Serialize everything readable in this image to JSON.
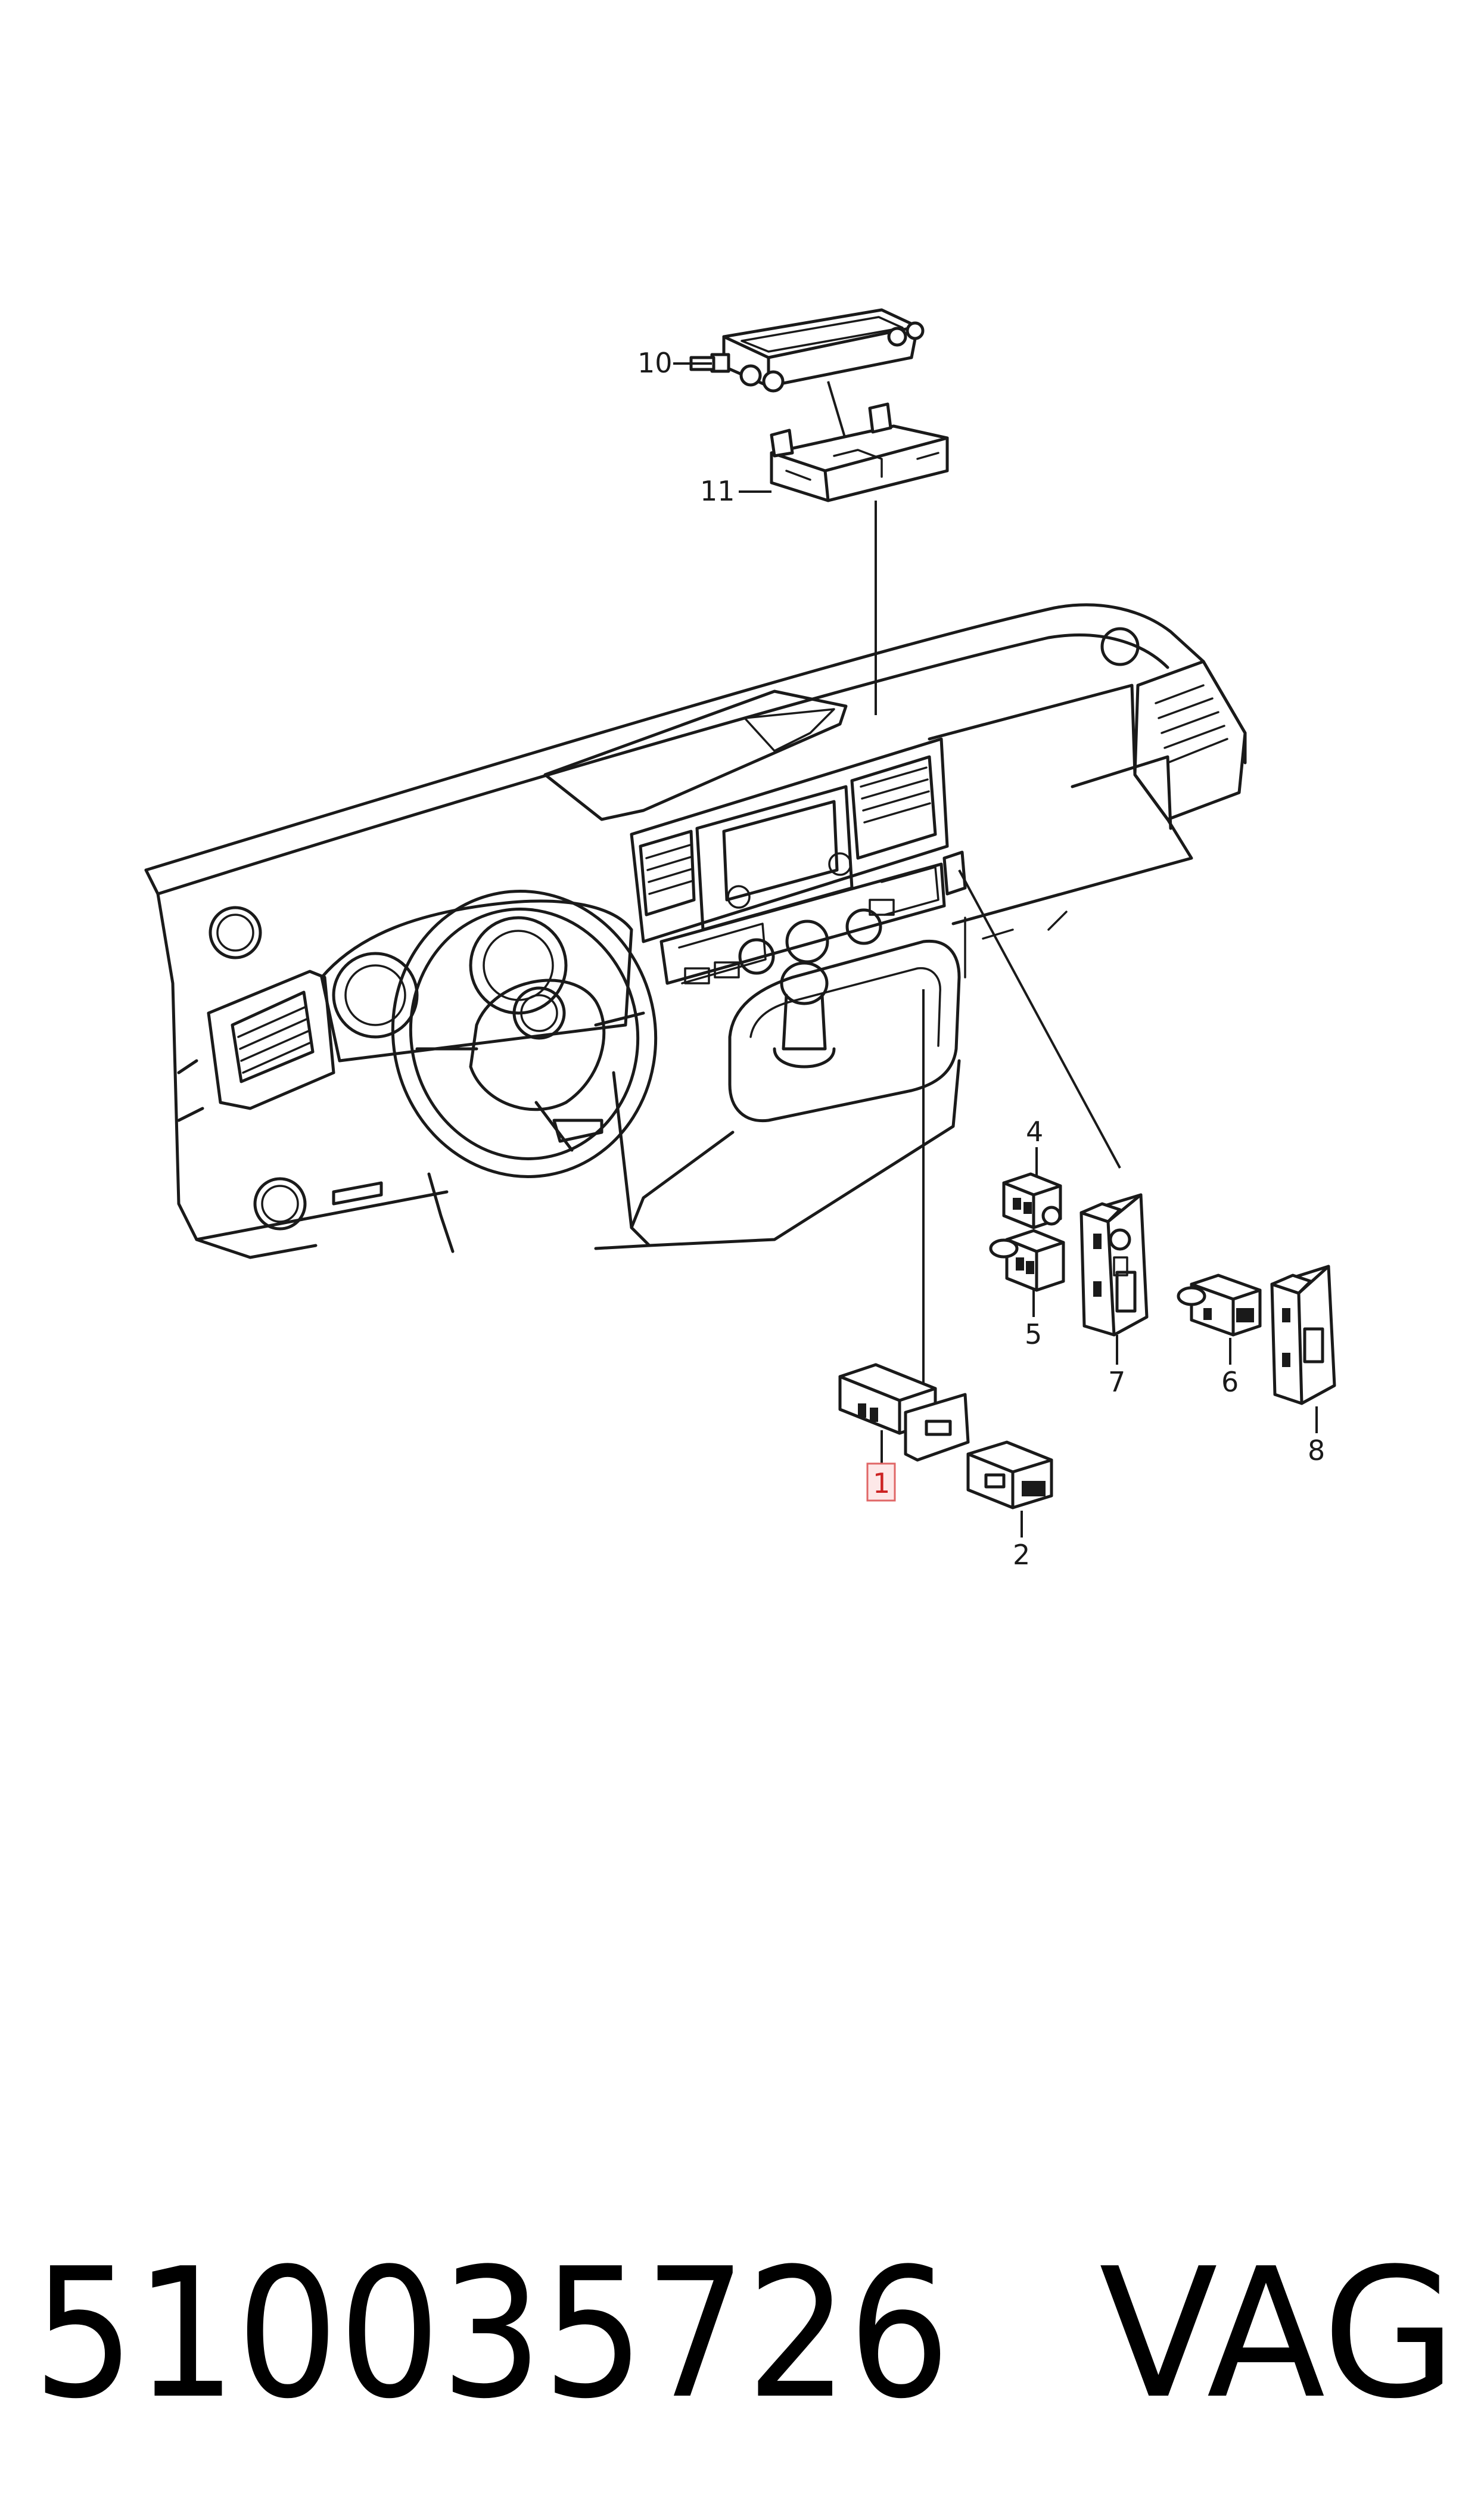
{
  "callouts": [
    {
      "id": "10",
      "text": "10"
    },
    {
      "id": "11",
      "text": "11"
    },
    {
      "id": "4",
      "text": "4"
    },
    {
      "id": "5",
      "text": "5"
    },
    {
      "id": "7",
      "text": "7"
    },
    {
      "id": "6",
      "text": "6"
    },
    {
      "id": "8",
      "text": "8"
    },
    {
      "id": "1",
      "text": "1",
      "highlighted": true
    },
    {
      "id": "2",
      "text": "2"
    }
  ],
  "part_number": "510035726",
  "brand": "VAG",
  "colors": {
    "line": "#1a1a1a",
    "highlight_fill": "#fde8e8",
    "highlight_stroke": "#e06666"
  }
}
